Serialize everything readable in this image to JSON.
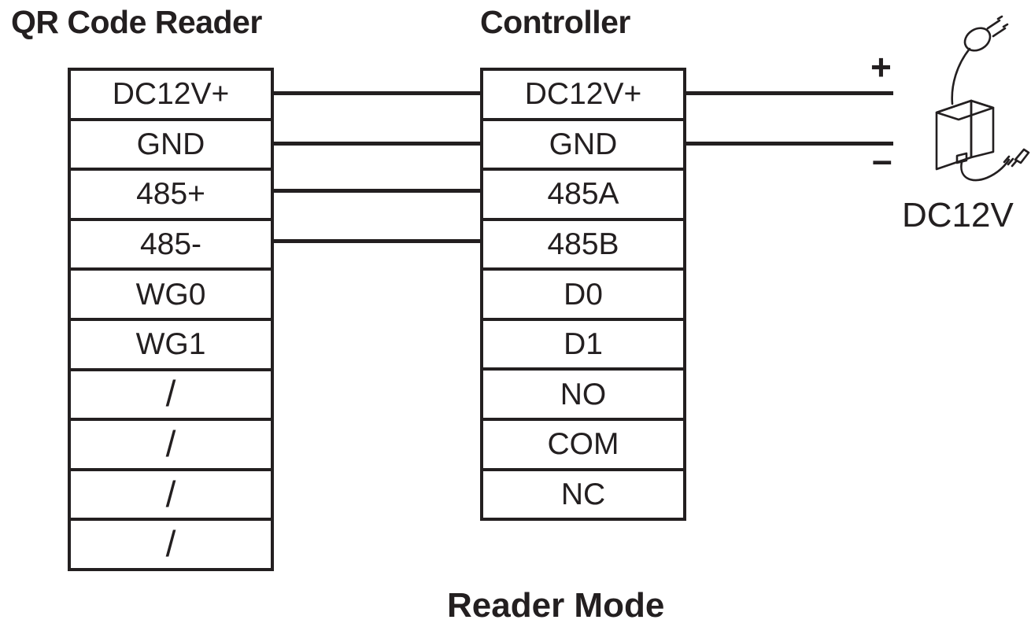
{
  "diagram": {
    "footer_label": "Reader Mode"
  },
  "left_block": {
    "title": "QR Code Reader",
    "rows": [
      {
        "label": "DC12V+",
        "type": "text"
      },
      {
        "label": "GND",
        "type": "text"
      },
      {
        "label": "485+",
        "type": "text"
      },
      {
        "label": "485-",
        "type": "text"
      },
      {
        "label": "WG0",
        "type": "text"
      },
      {
        "label": "WG1",
        "type": "text"
      },
      {
        "label": "/",
        "type": "slash"
      },
      {
        "label": "/",
        "type": "slash"
      },
      {
        "label": "/",
        "type": "slash"
      },
      {
        "label": "/",
        "type": "slash"
      }
    ]
  },
  "right_block": {
    "title": "Controller",
    "rows": [
      {
        "label": "DC12V+",
        "type": "text"
      },
      {
        "label": "GND",
        "type": "text"
      },
      {
        "label": "485A",
        "type": "text"
      },
      {
        "label": "485B",
        "type": "text"
      },
      {
        "label": "D0",
        "type": "text"
      },
      {
        "label": "D1",
        "type": "text"
      },
      {
        "label": "NO",
        "type": "text"
      },
      {
        "label": "COM",
        "type": "text"
      },
      {
        "label": "NC",
        "type": "text"
      }
    ]
  },
  "connections": [
    {
      "from": "DC12V+",
      "to": "DC12V+"
    },
    {
      "from": "GND",
      "to": "GND"
    },
    {
      "from": "485+",
      "to": "485A"
    },
    {
      "from": "485-",
      "to": "485B"
    }
  ],
  "power_supply": {
    "label": "DC12V",
    "positive_sign": "+",
    "negative_sign": "–",
    "icon": "power-adapter-icon",
    "positive_from": "DC12V+",
    "negative_from": "GND"
  },
  "colors": {
    "ink": "#231f20",
    "background": "#ffffff"
  }
}
